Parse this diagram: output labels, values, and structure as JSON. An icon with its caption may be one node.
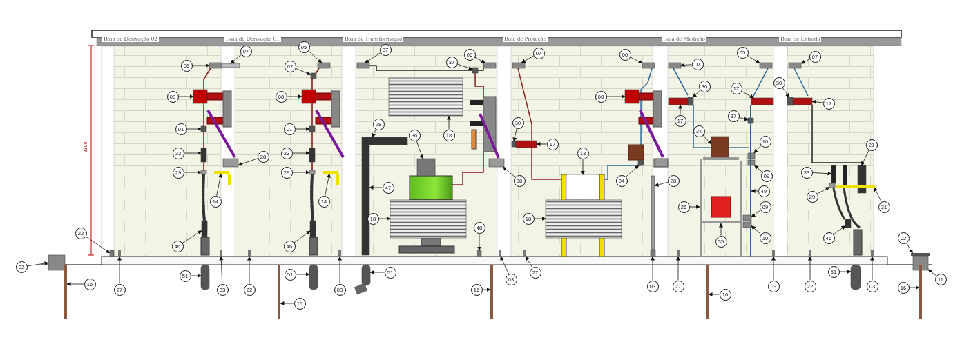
{
  "diagram": {
    "nodes": [
      {
        "text": [
          "07"
        ]
      },
      {
        "text": [
          "06"
        ]
      },
      {
        "text": [
          "08"
        ]
      },
      {
        "text": [
          "01"
        ]
      },
      {
        "text": [
          "33"
        ]
      },
      {
        "text": [
          "29"
        ]
      },
      {
        "text": [
          "14"
        ]
      },
      {
        "text": [
          "28"
        ]
      },
      {
        "text": [
          "22"
        ]
      },
      {
        "text": [
          "46"
        ]
      },
      {
        "text": [
          "02"
        ]
      },
      {
        "text": [
          "16"
        ]
      },
      {
        "text": [
          "51"
        ]
      },
      {
        "text": [
          "27"
        ]
      },
      {
        "text": [
          "03"
        ]
      },
      {
        "text": [
          "22"
        ]
      },
      {
        "text": [
          "05"
        ]
      },
      {
        "text": [
          "07"
        ]
      },
      {
        "text": [
          "08"
        ]
      },
      {
        "text": [
          "01"
        ]
      },
      {
        "text": [
          "33"
        ]
      },
      {
        "text": [
          "29"
        ]
      },
      {
        "text": [
          "14"
        ]
      },
      {
        "text": [
          "46"
        ]
      },
      {
        "text": [
          "51"
        ]
      },
      {
        "text": [
          "16"
        ]
      },
      {
        "text": [
          "03"
        ]
      },
      {
        "text": [
          "07"
        ]
      },
      {
        "text": [
          "06"
        ]
      },
      {
        "text": [
          "37"
        ]
      },
      {
        "text": [
          "18"
        ]
      },
      {
        "text": [
          "36"
        ]
      },
      {
        "text": [
          "28"
        ]
      },
      {
        "text": [
          "47"
        ]
      },
      {
        "text": [
          "18"
        ]
      },
      {
        "text": [
          "48"
        ]
      },
      {
        "text": [
          "51"
        ]
      },
      {
        "text": [
          "16"
        ]
      },
      {
        "text": [
          "03"
        ]
      },
      {
        "text": [
          "07"
        ]
      },
      {
        "text": [
          "06"
        ]
      },
      {
        "text": [
          "08"
        ]
      },
      {
        "text": [
          "13"
        ]
      },
      {
        "text": [
          "30"
        ]
      },
      {
        "text": [
          "17"
        ]
      },
      {
        "text": [
          "38"
        ]
      },
      {
        "text": [
          "04"
        ]
      },
      {
        "text": [
          "18"
        ]
      },
      {
        "text": [
          "27"
        ]
      },
      {
        "text": [
          "07"
        ]
      },
      {
        "text": [
          "05"
        ]
      },
      {
        "text": [
          "30"
        ]
      },
      {
        "text": [
          "17"
        ]
      },
      {
        "text": [
          "17"
        ]
      },
      {
        "text": [
          "37"
        ]
      },
      {
        "text": [
          "34"
        ]
      },
      {
        "text": [
          "10"
        ]
      },
      {
        "text": [
          "28"
        ]
      },
      {
        "text": [
          "09"
        ]
      },
      {
        "text": [
          "26"
        ]
      },
      {
        "text": [
          "49"
        ]
      },
      {
        "text": [
          "09"
        ]
      },
      {
        "text": [
          "10"
        ]
      },
      {
        "text": [
          "35"
        ]
      },
      {
        "text": [
          "03"
        ]
      },
      {
        "text": [
          "27"
        ]
      },
      {
        "text": [
          "16"
        ]
      },
      {
        "text": [
          "03"
        ]
      },
      {
        "text": [
          "07"
        ]
      },
      {
        "text": [
          "30"
        ]
      },
      {
        "text": [
          "17"
        ]
      },
      {
        "text": [
          "21"
        ]
      },
      {
        "text": [
          "33"
        ]
      },
      {
        "text": [
          "29"
        ]
      },
      {
        "text": [
          "31"
        ]
      },
      {
        "text": [
          "46"
        ]
      },
      {
        "text": [
          "51"
        ]
      },
      {
        "text": [
          "22"
        ]
      },
      {
        "text": [
          "03"
        ]
      },
      {
        "text": [
          "02"
        ]
      },
      {
        "text": [
          "11"
        ]
      },
      {
        "text": [
          "16"
        ]
      },
      {
        "text": [],
        "shape": "box"
      },
      {
        "text": [],
        "shape": "box"
      },
      {
        "text": [],
        "shape": "box"
      },
      {
        "text": [],
        "shape": "box"
      },
      {
        "text": [],
        "shape": "box"
      },
      {
        "text": [],
        "shape": "box"
      },
      {
        "text": [],
        "shape": "box"
      },
      {
        "text": [],
        "shape": "box"
      },
      {
        "text": [],
        "shape": "box"
      },
      {
        "text": [],
        "shape": "bar"
      },
      {
        "text": [],
        "shape": "box"
      },
      {
        "text": [],
        "shape": "bar"
      },
      {
        "text": [],
        "shape": "cylinder"
      },
      {
        "text": [],
        "shape": "box"
      },
      {
        "text": [],
        "shape": "box"
      },
      {
        "text": [],
        "shape": "box"
      },
      {
        "text": [],
        "shape": "box"
      },
      {
        "text": [],
        "shape": "box"
      },
      {
        "text": [],
        "shape": "box"
      },
      {
        "text": [],
        "shape": "box"
      },
      {
        "text": [],
        "shape": "box"
      },
      {
        "text": [],
        "shape": "box"
      },
      {
        "text": [],
        "shape": "box"
      },
      {
        "text": [],
        "shape": "bar"
      },
      {
        "text": [],
        "shape": "cylinder"
      },
      {
        "text": [],
        "shape": "bar"
      },
      {
        "text": [],
        "shape": "box"
      },
      {
        "text": [],
        "shape": "box"
      },
      {
        "text": [],
        "shape": "box"
      },
      {
        "text": [],
        "shape": "box"
      },
      {
        "text": [],
        "shape": "box"
      },
      {
        "text": [],
        "shape": "box"
      },
      {
        "text": [],
        "shape": "box"
      },
      {
        "text": [],
        "shape": "box"
      },
      {
        "text": [],
        "shape": "box"
      },
      {
        "text": [],
        "shape": "box"
      },
      {
        "text": [],
        "shape": "cylinder"
      },
      {
        "text": [],
        "shape": "bar"
      },
      {
        "text": [],
        "shape": "box"
      },
      {
        "text": [],
        "shape": "box"
      },
      {
        "text": [],
        "shape": "box"
      },
      {
        "text": [],
        "shape": "box"
      },
      {
        "text": [],
        "shape": "box"
      },
      {
        "text": [],
        "shape": "box"
      },
      {
        "text": [],
        "shape": "box"
      },
      {
        "text": [],
        "shape": "box"
      },
      {
        "text": [],
        "shape": "box"
      },
      {
        "text": [],
        "shape": "box"
      },
      {
        "text": [],
        "shape": "box"
      },
      {
        "text": [],
        "shape": "box"
      },
      {
        "text": [],
        "shape": "box"
      },
      {
        "text": [],
        "shape": "box"
      },
      {
        "text": [],
        "shape": "box"
      },
      {
        "text": [],
        "shape": "box"
      },
      {
        "text": [],
        "shape": "box"
      },
      {
        "text": [],
        "shape": "box"
      },
      {
        "text": [],
        "shape": "box"
      },
      {
        "text": [],
        "shape": "bar"
      },
      {
        "text": [],
        "shape": "box"
      },
      {
        "text": [],
        "shape": "box"
      },
      {
        "text": [],
        "shape": "bar"
      },
      {
        "text": [],
        "shape": "box"
      },
      {
        "text": [],
        "shape": "box"
      },
      {
        "text": [],
        "shape": "box"
      },
      {
        "text": [],
        "shape": "box"
      },
      {
        "text": [],
        "shape": "box"
      },
      {
        "text": [],
        "shape": "bar"
      },
      {
        "text": [],
        "shape": "box"
      },
      {
        "text": [],
        "shape": "box"
      },
      {
        "text": [],
        "shape": "box"
      },
      {
        "text": [],
        "shape": "box"
      },
      {
        "text": [],
        "shape": "box"
      },
      {
        "text": [],
        "shape": "box"
      },
      {
        "text": [],
        "shape": "box"
      },
      {
        "text": [],
        "shape": "box"
      },
      {
        "text": [],
        "shape": "bar"
      },
      {
        "text": [],
        "shape": "cylinder"
      },
      {
        "text": [],
        "shape": "box"
      },
      {
        "text": [],
        "shape": "box"
      },
      {
        "text": [],
        "shape": "box"
      },
      {
        "text": [],
        "shape": "box"
      },
      {
        "text": [],
        "shape": "bar"
      }
    ],
    "edges": [
      {
        "from": 0,
        "to": 82,
        "arrow": "to"
      },
      {
        "from": 1,
        "to": 83,
        "arrow": "to"
      },
      {
        "from": 2,
        "to": 84,
        "arrow": "to"
      },
      {
        "from": 3,
        "to": 85,
        "arrow": "to"
      },
      {
        "from": 4,
        "to": 86,
        "arrow": "to"
      },
      {
        "from": 5,
        "to": 87,
        "arrow": "to"
      },
      {
        "from": 6,
        "to": 88,
        "arrow": "to"
      },
      {
        "from": 7,
        "to": 89,
        "arrow": "to"
      },
      {
        "from": 8,
        "to": 90,
        "arrow": "to"
      },
      {
        "from": 9,
        "to": 91,
        "arrow": "to"
      },
      {
        "from": 10,
        "to": 92,
        "arrow": "to"
      },
      {
        "from": 11,
        "to": 93,
        "arrow": "to"
      },
      {
        "from": 12,
        "to": 94,
        "arrow": "to"
      },
      {
        "from": 13,
        "to": 95,
        "arrow": "to"
      },
      {
        "from": 14,
        "to": 96,
        "arrow": "to"
      },
      {
        "from": 15,
        "to": 97,
        "arrow": "to"
      },
      {
        "from": 16,
        "to": 98,
        "arrow": "to"
      },
      {
        "from": 17,
        "to": 99,
        "arrow": "to"
      },
      {
        "from": 18,
        "to": 100,
        "arrow": "to"
      },
      {
        "from": 19,
        "to": 101,
        "arrow": "to"
      },
      {
        "from": 20,
        "to": 102,
        "arrow": "to"
      },
      {
        "from": 21,
        "to": 103,
        "arrow": "to"
      },
      {
        "from": 22,
        "to": 104,
        "arrow": "to"
      },
      {
        "from": 23,
        "to": 105,
        "arrow": "to"
      },
      {
        "from": 24,
        "to": 106,
        "arrow": "to"
      },
      {
        "from": 25,
        "to": 107,
        "arrow": "to"
      },
      {
        "from": 26,
        "to": 108,
        "arrow": "to"
      },
      {
        "from": 27,
        "to": 109,
        "arrow": "to"
      },
      {
        "from": 28,
        "to": 110,
        "arrow": "to"
      },
      {
        "from": 29,
        "to": 111,
        "arrow": "to"
      },
      {
        "from": 30,
        "to": 112,
        "arrow": "to"
      },
      {
        "from": 31,
        "to": 113,
        "arrow": "to"
      },
      {
        "from": 32,
        "to": 114,
        "arrow": "to"
      },
      {
        "from": 33,
        "to": 115,
        "arrow": "to"
      },
      {
        "from": 34,
        "to": 116,
        "arrow": "to"
      },
      {
        "from": 35,
        "to": 117,
        "arrow": "to"
      },
      {
        "from": 36,
        "to": 118,
        "arrow": "to"
      },
      {
        "from": 37,
        "to": 119,
        "arrow": "to"
      },
      {
        "from": 38,
        "to": 120,
        "arrow": "to"
      },
      {
        "from": 39,
        "to": 121,
        "arrow": "to"
      },
      {
        "from": 40,
        "to": 122,
        "arrow": "to"
      },
      {
        "from": 41,
        "to": 123,
        "arrow": "to"
      },
      {
        "from": 42,
        "to": 124,
        "arrow": "to"
      },
      {
        "from": 43,
        "to": 125,
        "arrow": "to"
      },
      {
        "from": 44,
        "to": 126,
        "arrow": "to"
      },
      {
        "from": 45,
        "to": 127,
        "arrow": "to"
      },
      {
        "from": 46,
        "to": 128,
        "arrow": "to"
      },
      {
        "from": 47,
        "to": 129,
        "arrow": "to"
      },
      {
        "from": 48,
        "to": 130,
        "arrow": "to"
      },
      {
        "from": 49,
        "to": 131,
        "arrow": "to"
      },
      {
        "from": 50,
        "to": 132,
        "arrow": "to"
      },
      {
        "from": 51,
        "to": 133,
        "arrow": "to"
      },
      {
        "from": 52,
        "to": 134,
        "arrow": "to"
      },
      {
        "from": 53,
        "to": 135,
        "arrow": "to"
      },
      {
        "from": 54,
        "to": 136,
        "arrow": "to"
      },
      {
        "from": 55,
        "to": 137,
        "arrow": "to"
      },
      {
        "from": 56,
        "to": 138,
        "arrow": "to"
      },
      {
        "from": 57,
        "to": 139,
        "arrow": "to"
      },
      {
        "from": 58,
        "to": 140,
        "arrow": "to"
      },
      {
        "from": 59,
        "to": 141,
        "arrow": "to"
      },
      {
        "from": 60,
        "to": 142,
        "arrow": "to"
      },
      {
        "from": 61,
        "to": 143,
        "arrow": "to"
      },
      {
        "from": 62,
        "to": 144,
        "arrow": "to"
      },
      {
        "from": 63,
        "to": 145,
        "arrow": "to"
      },
      {
        "from": 64,
        "to": 146,
        "arrow": "to"
      },
      {
        "from": 65,
        "to": 147,
        "arrow": "to"
      },
      {
        "from": 66,
        "to": 148,
        "arrow": "to"
      },
      {
        "from": 67,
        "to": 149,
        "arrow": "to"
      },
      {
        "from": 68,
        "to": 150,
        "arrow": "to"
      },
      {
        "from": 69,
        "to": 151,
        "arrow": "to"
      },
      {
        "from": 70,
        "to": 152,
        "arrow": "to"
      },
      {
        "from": 71,
        "to": 153,
        "arrow": "to"
      },
      {
        "from": 72,
        "to": 154,
        "arrow": "to"
      },
      {
        "from": 73,
        "to": 155,
        "arrow": "to"
      },
      {
        "from": 74,
        "to": 156,
        "arrow": "to"
      },
      {
        "from": 75,
        "to": 157,
        "arrow": "to"
      },
      {
        "from": 76,
        "to": 158,
        "arrow": "to"
      },
      {
        "from": 77,
        "to": 159,
        "arrow": "to"
      },
      {
        "from": 78,
        "to": 160,
        "arrow": "to"
      },
      {
        "from": 79,
        "to": 161,
        "arrow": "to"
      },
      {
        "from": 80,
        "to": 162,
        "arrow": "to"
      },
      {
        "from": 81,
        "to": 163,
        "arrow": "to"
      }
    ],
    "labels": [
      "Baia de Derivação 02",
      "Baia de Derivação 01",
      "Baia de Transformação",
      "Baia de Proteção",
      "Baia de Medição",
      "Baia de Entrada",
      "3100"
    ]
  }
}
